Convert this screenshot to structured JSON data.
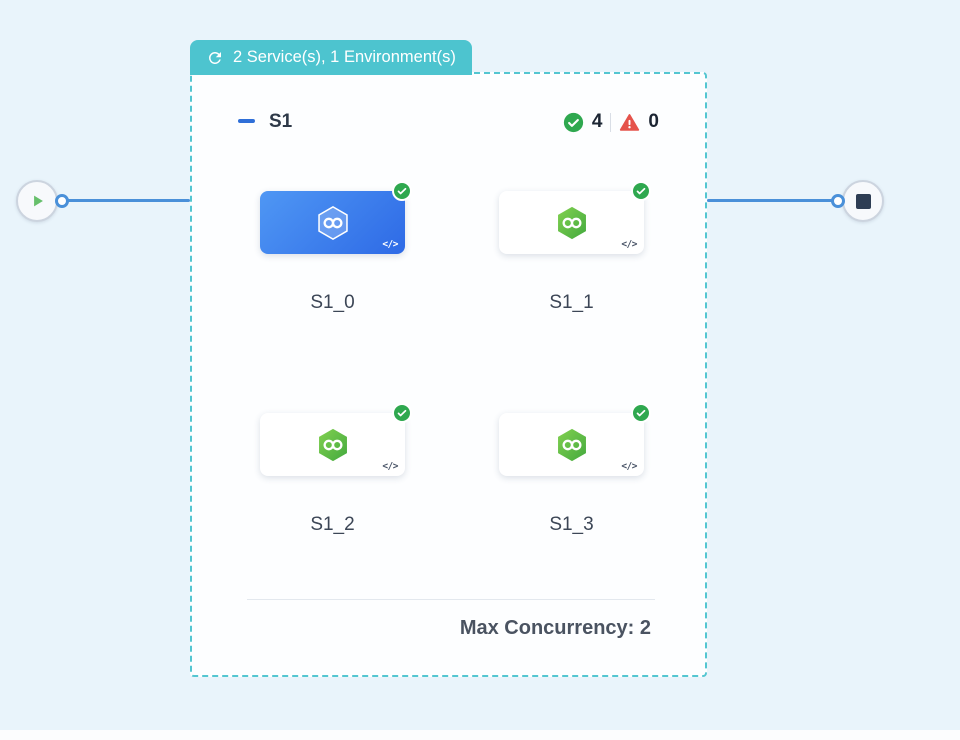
{
  "badge": {
    "icon": "sync-icon",
    "label": "2 Service(s), 1 Environment(s)"
  },
  "group": {
    "title": "S1",
    "success_count": "4",
    "error_count": "0",
    "footer_label": "Max Concurrency: 2"
  },
  "services": [
    {
      "label": "S1_0",
      "variant": "blue",
      "status": "success"
    },
    {
      "label": "S1_1",
      "variant": "white",
      "status": "success"
    },
    {
      "label": "S1_2",
      "variant": "white",
      "status": "success"
    },
    {
      "label": "S1_3",
      "variant": "white",
      "status": "success"
    }
  ],
  "icons": {
    "code_label": "</>",
    "start_node": "play-icon",
    "end_node": "stop-icon",
    "service": "hexagon-infinity-icon",
    "success": "check-circle-icon",
    "error": "warning-triangle-icon"
  },
  "colors": {
    "canvas_bg": "#E9F4FB",
    "badge_teal": "#4DC4CF",
    "dashed_border": "#54C6D1",
    "connector_blue": "#4A90D9",
    "card_blue": "#3E7EF0",
    "hexagon_green": "#5BBB46",
    "success_green": "#2FA84F",
    "error_red": "#E5534B"
  }
}
